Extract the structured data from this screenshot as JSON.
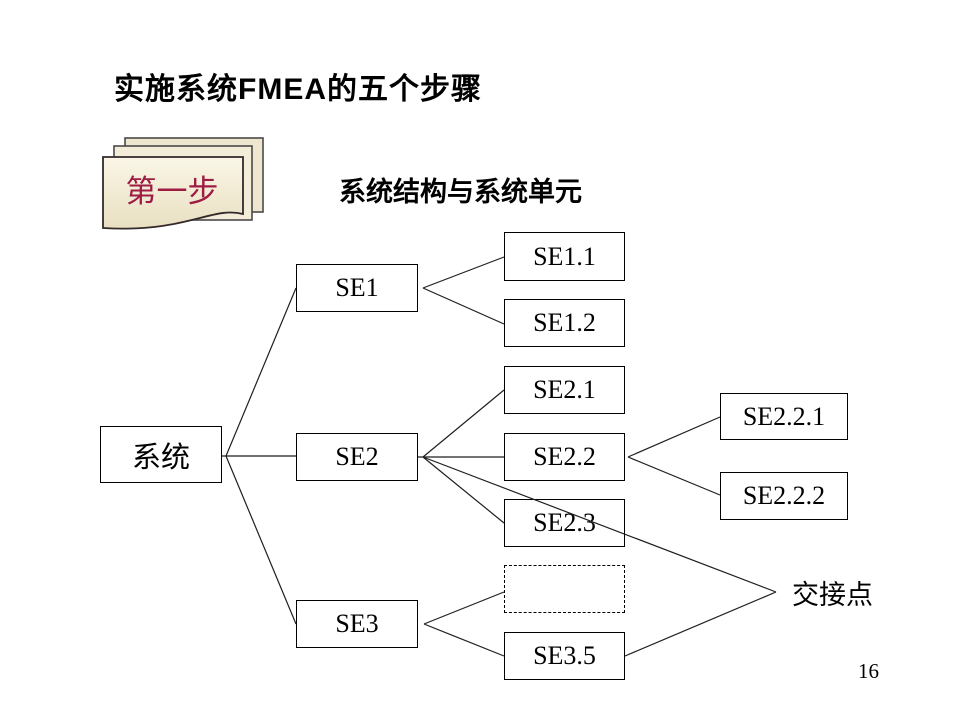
{
  "slide": {
    "title": "实施系统FMEA的五个步骤",
    "subtitle": "系统结构与系统单元",
    "step_card": {
      "label": "第一步",
      "text_color": "#9e1c44",
      "card_fill": "#f5efdb"
    },
    "annotation": "交接点",
    "page_number": "16"
  },
  "colors": {
    "line": "#1f1f1f",
    "box_border": "#000000",
    "background": "#ffffff",
    "step_text": "#9e1c44"
  },
  "tree": {
    "nodes": [
      {
        "id": "system",
        "label": "系统"
      },
      {
        "id": "se1",
        "label": "SE1"
      },
      {
        "id": "se2",
        "label": "SE2"
      },
      {
        "id": "se3",
        "label": "SE3"
      },
      {
        "id": "se1-1",
        "label": "SE1.1"
      },
      {
        "id": "se1-2",
        "label": "SE1.2"
      },
      {
        "id": "se2-1",
        "label": "SE2.1"
      },
      {
        "id": "se2-2",
        "label": "SE2.2"
      },
      {
        "id": "se2-3",
        "label": "SE2.3"
      },
      {
        "id": "se3-x",
        "label": ""
      },
      {
        "id": "se3-5",
        "label": "SE3.5"
      },
      {
        "id": "se2-2-1",
        "label": "SE2.2.1"
      },
      {
        "id": "se2-2-2",
        "label": "SE2.2.2"
      }
    ],
    "edges": [
      {
        "from": "system",
        "to": "se1"
      },
      {
        "from": "system",
        "to": "se2"
      },
      {
        "from": "system",
        "to": "se3"
      },
      {
        "from": "se1",
        "to": "se1-1"
      },
      {
        "from": "se1",
        "to": "se1-2"
      },
      {
        "from": "se2",
        "to": "se2-1"
      },
      {
        "from": "se2",
        "to": "se2-2"
      },
      {
        "from": "se2",
        "to": "se2-3"
      },
      {
        "from": "se2",
        "to": "interface-point"
      },
      {
        "from": "se2-2",
        "to": "se2-2-1"
      },
      {
        "from": "se2-2",
        "to": "se2-2-2"
      },
      {
        "from": "se3",
        "to": "se3-x"
      },
      {
        "from": "se3",
        "to": "se3-5"
      },
      {
        "from": "se3-5",
        "to": "interface-point"
      }
    ]
  }
}
